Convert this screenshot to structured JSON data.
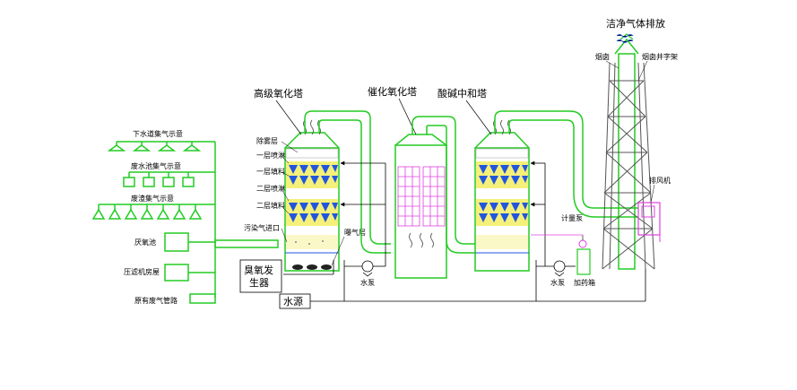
{
  "labels": {
    "title_oxidation": "高级氧化塔",
    "title_catalytic": "催化氧化塔",
    "title_acid_base": "酸碱中和塔",
    "clean_gas": "洁净气体排放",
    "chimney": "烟囱",
    "chimney_frame": "烟囱井字架",
    "exhaust_fan": "排风机",
    "meter_pump": "计量泵",
    "dosing_box": "加药箱",
    "water_pump_1": "水泵",
    "water_pump_2": "水泵",
    "water_source": "水源",
    "ozone_generator": "臭氧发生器",
    "ozone_layer": "曝气层",
    "demist": "除雾层",
    "spray_1": "一层喷淋",
    "packing_1": "一层填料",
    "spray_2": "二层喷淋",
    "packing_2": "二层填料",
    "polluted_inlet": "污染气进口",
    "sewer_gas": "下水道集气示意",
    "wastewater_pool_gas": "废水池集气示意",
    "sludge_gas": "废渣集气示意",
    "anaerobic_pool": "厌氧池",
    "filter_press_room": "压滤机房屋",
    "existing_pipeline": "原有废气管路"
  },
  "colors": {
    "pipe": "#22cc22",
    "packing": "#f5f07a",
    "spray": "#2255dd",
    "grid": "#e040e0",
    "frame": "#555555",
    "arrow": "#000000"
  }
}
